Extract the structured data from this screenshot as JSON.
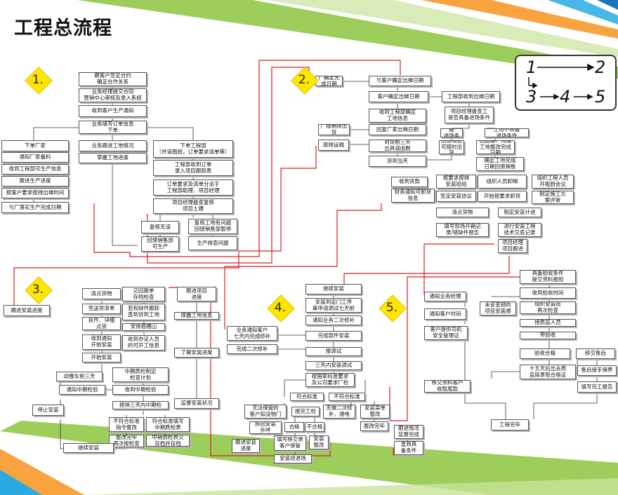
{
  "title": "工程总流程",
  "legend": {
    "n1": "1",
    "n2": "2",
    "n3": "3",
    "n4": "4",
    "n5": "5"
  },
  "sections": {
    "s1": "1.",
    "s2": "2.",
    "s3": "3.",
    "s4": "4.",
    "s5": "5."
  },
  "colors": {
    "connector": "#d72020",
    "line": "#333333",
    "badge": "#ffe600",
    "stripe_green": "#8cc63f",
    "stripe_blue": "#29abe2",
    "stripe_orange": "#f7931e"
  },
  "nodes": {
    "a1": "跟客户签定合约\n确定合作关系",
    "a2": "业务经理提交合同\n营销中心审核及录入系统",
    "a3": "收到客户生产通知",
    "a4": "业务填写订单信息\n下单",
    "a5": "业务跟进工地情况",
    "a6": "掌握工地进度",
    "a7": "下单工程部\n（并道图纸，订单要求清单等）",
    "a8": "工程部收到订单\n录入项目跟踪表",
    "a9": "订单要求及清单分派于\n工程部助理、项目经理",
    "a10": "项目经理盘查复核\n项目土建",
    "a11": "复核无误",
    "a12": "复核工地有问题\n回馈销售部暂停",
    "a13": "回馈销售部\n可生产",
    "a14": "生产排查问题",
    "f1": "下单厂家",
    "f2": "通知厂家备料",
    "f3": "收到工程部可生产信息",
    "f4": "跟进生产进度",
    "f5": "按客户要求按排出梯时间",
    "f6": "与厂落实生产完成日期",
    "b1": "厂确定完成日期",
    "b2": "与客户确定出梯日期",
    "b3": "客户确定出梯日期",
    "b4": "工程部收到出梯日期",
    "b5": "收到工程部确定\n工地信息",
    "b6": "项目经理盘查工\n是否具备进场条件",
    "b7": "厂按期排出货",
    "b8": "回复厂家出梯日期",
    "b9": "工地具备\n进场条件",
    "b10": "工地不具备\n进场条件",
    "b11": "按排运输",
    "b12": "到货前三天\n出具请函数",
    "b13": "回馈销售\n可按时出货",
    "b14": "出函客户沟通\n工地整改完成日期",
    "b15": "货到当天",
    "b16": "确定工地完成\n日期回馈销售",
    "c1": "收到货款",
    "c2": "按要求按排\n安装班组",
    "c3": "组织人员卸梯",
    "c4": "组织工程人员\n开拖厨会议",
    "c5": "财务通知可卸货\n信息",
    "c6": "签定安装协议",
    "c7": "开始按要求卸货",
    "c8": "制定施工方\n案评审",
    "c9": "清点货物",
    "c10": "制定安装计进",
    "c11": "填写现场开箱记\n录/错缺件报告",
    "c12": "进行安装工程\n技术交底记录",
    "c13": "项目经理\n项目跟进",
    "d0": "跟进安装进度",
    "d1": "清点货物",
    "d2": "交回跟单\n存档检查",
    "d3": "跟进项目\n进度",
    "d4": "签送货清单",
    "d5": "若有缺件跟踪\n直到货到工地",
    "d6": "撑握工地信息",
    "d7": "执件、详细\n点货",
    "d8": "安排搭棚山",
    "d9": "收到通知\n开始安装",
    "d10": "收到办证人员\n的可开工信息",
    "d11": "了解安装进度",
    "d12": "开始安装",
    "d13": "动慢车前三天",
    "d14": "中期质检制定\n检查计划",
    "d15": "通知中期检验",
    "d16": "收到中期检验",
    "d17": "监督安装状况",
    "d18": "停止安装",
    "d19": "按排三天内中期检",
    "d20": "不符合标准\n指令整改",
    "d21": "符合标准填写\n中期质检表",
    "d22": "整改完毕\n再次按检查",
    "d23": "中期质检表交\n存档并存档",
    "d24": "继续安装",
    "e1": "继续安装",
    "e2": "安装到定门工序\n离申请调试七天前",
    "e3": "业务通知客户\n七天内完成修补",
    "e4": "通知业务二次修补",
    "e5": "完成二次修补",
    "e6": "完成部件安装",
    "e7": "报调试",
    "e8": "三天内安装调试",
    "e9": "按国家标准要求\n及公司要求厂检",
    "e10": "符合标准",
    "e11": "不符合标准",
    "e12": "无法保管的\n客户知没物门",
    "e13": "报完工检",
    "e14": "无做二次修\n补、通电",
    "e15": "安装菜单\n整改",
    "e16": "拆回安装\n外呼",
    "e17": "合格",
    "e18": "不合格",
    "e19": "整改完毕",
    "e20": "填写移交单\n客户保管",
    "e21": "安装\n整改",
    "e22": "跟进情况\n监督完成",
    "e23": "安装班退场",
    "e24": "跟进安装\n进度",
    "e25": "直到具\n备条件",
    "g1": "具备验收条件\n提交资料报验",
    "g2": "通知业务经理",
    "g3": "收到验收时间",
    "g4": "未妥变频的\n项目安装顺",
    "g5": "组织安装班\n再次检查",
    "g6": "通知客户时间",
    "g7": "接质监人员",
    "g8": "客户提供司机\n安全管理证",
    "g9": "带验收",
    "g10": "验收合格",
    "g11": "移交售后",
    "g12": "十五天后出去质\n监局拿取合格证",
    "g13": "售后接手保养",
    "g14": "移交资料客户\n收取尾款",
    "g15": "填写完工报告",
    "g16": "工程完毕"
  }
}
